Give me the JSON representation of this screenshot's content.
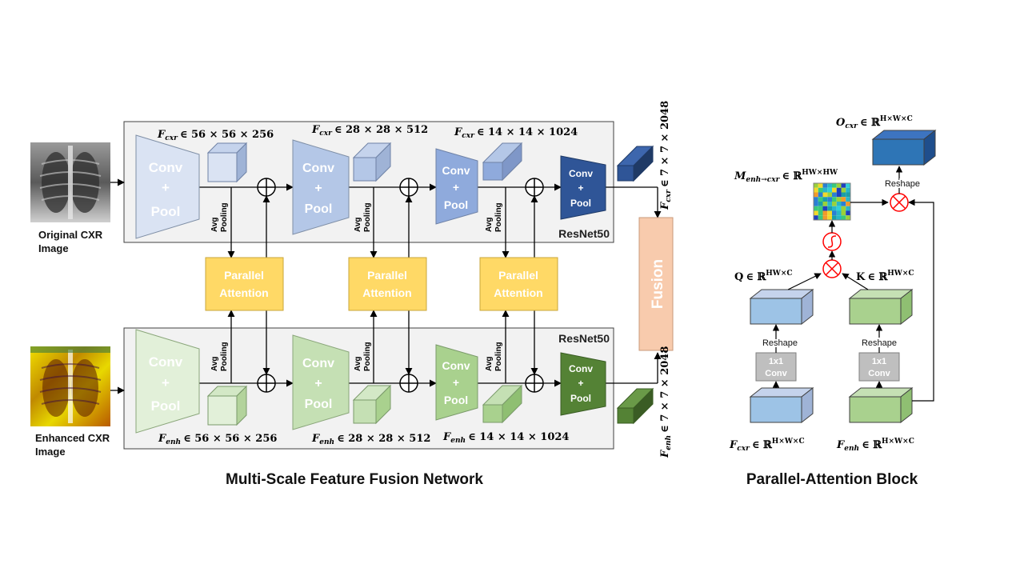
{
  "main": {
    "caption": "Multi-Scale Feature Fusion Network",
    "input_labels": {
      "original": [
        "Original CXR",
        "Image"
      ],
      "enhanced": [
        "Enhanced CXR",
        "Image"
      ]
    },
    "resnet_label": "ResNet50",
    "conv_pool": [
      "Conv",
      "+",
      "Pool"
    ],
    "avg_pooling": [
      "Avg",
      "Pooling"
    ],
    "parallel_attention": [
      "Parallel",
      "Attention"
    ],
    "fusion_label": "Fusion",
    "cxr_features": [
      {
        "sym": "F",
        "sub": "cxr",
        "dims": "∈ 56 × 56 × 256"
      },
      {
        "sym": "F",
        "sub": "cxr",
        "dims": "∈ 28 × 28 × 512"
      },
      {
        "sym": "F",
        "sub": "cxr",
        "dims": "∈ 14 × 14 × 1024"
      }
    ],
    "enh_features": [
      {
        "sym": "F",
        "sub": "enh",
        "dims": "∈ 56 × 56 × 256"
      },
      {
        "sym": "F",
        "sub": "enh",
        "dims": "∈ 28 × 28 × 512"
      },
      {
        "sym": "F",
        "sub": "enh",
        "dims": "∈ 14 × 14 × 1024"
      }
    ],
    "final_cxr": {
      "sym": "F",
      "sub": "cxr",
      "dims": "∈ 7 × 7 × 2048"
    },
    "final_enh": {
      "sym": "F",
      "sub": "enh",
      "dims": "∈ 7 × 7 × 2048"
    }
  },
  "attention_block": {
    "caption": "Parallel-Attention Block",
    "output": {
      "sym": "O",
      "sub": "cxr",
      "dims": "∈ ℝ",
      "sup": "H×W×C"
    },
    "map": {
      "sym": "M",
      "sub": "enh→cxr",
      "dims": "∈ ℝ",
      "sup": "HW×HW"
    },
    "q": {
      "sym": "Q",
      "dims": "∈ ℝ",
      "sup": "HW×C"
    },
    "k": {
      "sym": "K",
      "dims": "∈ ℝ",
      "sup": "HW×C"
    },
    "reshape": "Reshape",
    "conv1x1": [
      "1x1",
      "Conv"
    ],
    "f_cxr": {
      "sym": "F",
      "sub": "cxr",
      "dims": "∈ ℝ",
      "sup": "H×W×C"
    },
    "f_enh": {
      "sym": "F",
      "sub": "enh",
      "dims": "∈ ℝ",
      "sup": "H×W×C"
    }
  },
  "colors": {
    "cxr_dark": "#2f5597",
    "enh_dark": "#548235",
    "attention_yellow": "#ffd966",
    "fusion_peach": "#f8cbad",
    "panel_gray": "#f2f2f2",
    "multiply_red": "#ff0000"
  }
}
